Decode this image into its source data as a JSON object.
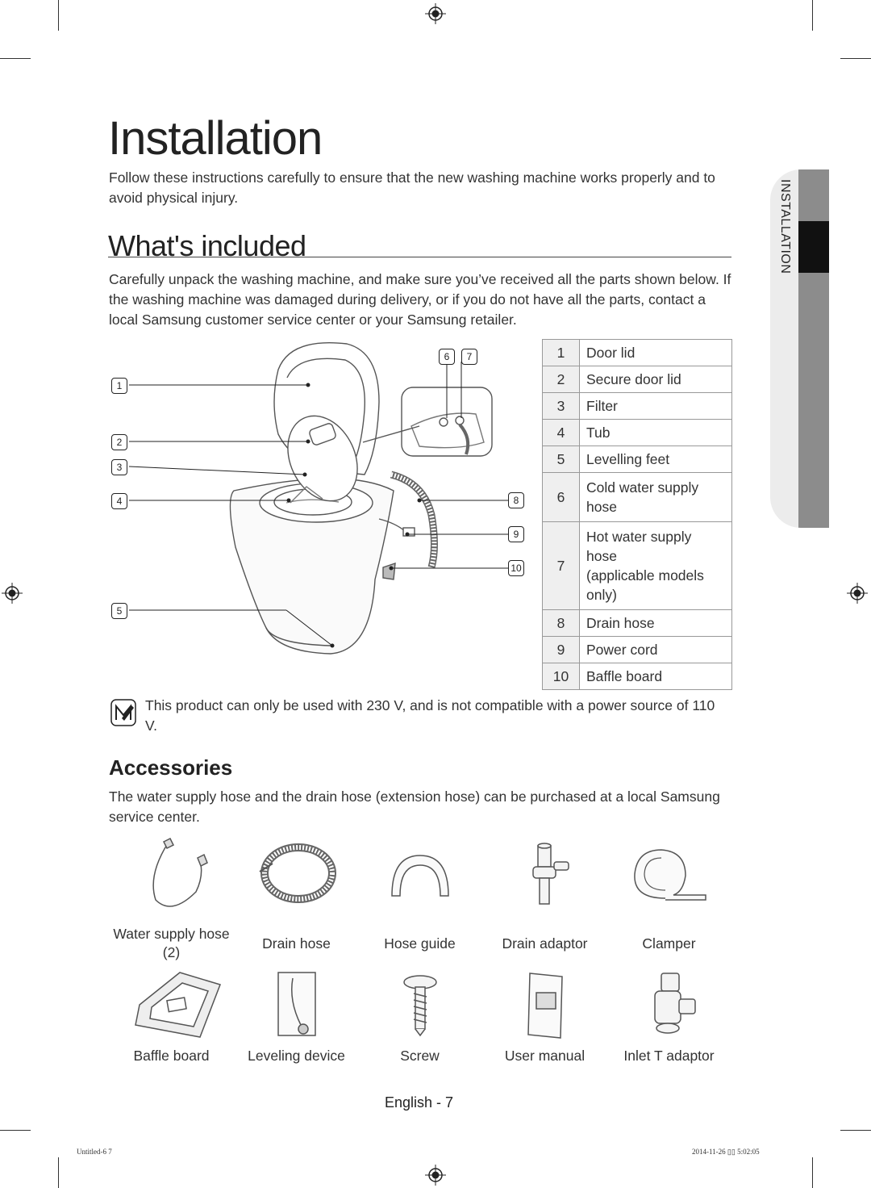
{
  "page": {
    "title": "Installation",
    "intro": "Follow these instructions carefully to ensure that the new washing machine works properly and to avoid physical injury.",
    "section_title": "What's included",
    "section_paragraph": "Carefully unpack the washing machine, and make sure you’ve received all the parts shown below. If the washing machine was damaged during delivery, or if you do not have all the parts, contact a local Samsung customer service center or your Samsung retailer.",
    "side_tab_label": "INSTALLATION"
  },
  "diagram": {
    "callouts": [
      "1",
      "2",
      "3",
      "4",
      "5",
      "6",
      "7",
      "8",
      "9",
      "10"
    ]
  },
  "parts": [
    {
      "num": "1",
      "label": "Door lid"
    },
    {
      "num": "2",
      "label": "Secure door lid"
    },
    {
      "num": "3",
      "label": "Filter"
    },
    {
      "num": "4",
      "label": "Tub"
    },
    {
      "num": "5",
      "label": "Levelling feet"
    },
    {
      "num": "6",
      "label": "Cold water supply hose"
    },
    {
      "num": "7",
      "label": "Hot water supply hose (applicable models only)",
      "line1": "Hot water supply hose",
      "line2": "(applicable models only)"
    },
    {
      "num": "8",
      "label": "Drain hose"
    },
    {
      "num": "9",
      "label": "Power cord"
    },
    {
      "num": "10",
      "label": "Baffle board"
    }
  ],
  "note": {
    "icon": "note-pencil-icon",
    "text": "This product can only be used with 230 V, and is not compatible with a power source of 110 V."
  },
  "accessories": {
    "title": "Accessories",
    "paragraph": "The water supply hose and the drain hose (extension hose) can be purchased at a local Samsung service center.",
    "items": [
      {
        "label": "Water supply hose",
        "qty": "(2)",
        "icon": "water-supply-hose-icon"
      },
      {
        "label": "Drain hose",
        "icon": "drain-hose-icon"
      },
      {
        "label": "Hose guide",
        "icon": "hose-guide-icon"
      },
      {
        "label": "Drain adaptor",
        "icon": "drain-adaptor-icon"
      },
      {
        "label": "Clamper",
        "icon": "clamper-icon"
      },
      {
        "label": "Baffle board",
        "icon": "baffle-board-icon"
      },
      {
        "label": "Leveling device",
        "icon": "leveling-device-icon"
      },
      {
        "label": "Screw",
        "icon": "screw-icon"
      },
      {
        "label": "User manual",
        "icon": "user-manual-icon"
      },
      {
        "label": "Inlet T adaptor",
        "icon": "inlet-t-adaptor-icon"
      }
    ]
  },
  "footer": {
    "page_label": "English - 7",
    "file_left": "Untitled-6   7",
    "file_right": "2014-11-26   ▯▯ 5:02:05"
  }
}
